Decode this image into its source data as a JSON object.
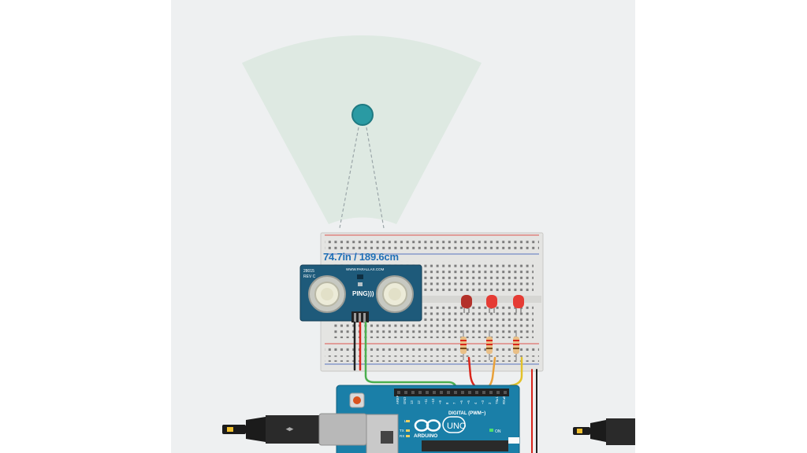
{
  "simulation": {
    "distance_readout": "74.7in / 189.6cm"
  },
  "sensor": {
    "model_label": "28015",
    "rev_label": "REV C",
    "url_label": "WWW.PARALLAX.COM",
    "brand_label": "PING)))"
  },
  "arduino": {
    "brand_label": "ARDUINO",
    "model_label": "UNO",
    "digital_label": "DIGITAL (PWM~)",
    "on_label": "ON",
    "tx_label": "TX",
    "rx_label": "RX",
    "l_label": "L",
    "pin_labels": [
      "AREF",
      "GND",
      "13",
      "12",
      "~11",
      "~10",
      "~9",
      "8",
      "7",
      "~6",
      "~5",
      "4",
      "~3",
      "2",
      "TX▸1",
      "RX◂0"
    ]
  },
  "leds": [
    {
      "name": "led-1",
      "color": "#b3312a",
      "state": "off"
    },
    {
      "name": "led-2",
      "color": "#e53b34",
      "state": "on"
    },
    {
      "name": "led-3",
      "color": "#e53b34",
      "state": "on"
    }
  ],
  "colors": {
    "canvas_bg": "#eef0f1",
    "breadboard": "#e4e4e2",
    "sensor_board": "#1e5a7a",
    "arduino_board": "#1a7fa8",
    "target": "#2a9aa3",
    "detection_area": "#dbe7df",
    "wire_green": "#4caf50",
    "wire_red": "#d9261c",
    "wire_orange": "#e8a13a",
    "wire_yellow": "#e3c22a",
    "wire_black": "#222222"
  }
}
